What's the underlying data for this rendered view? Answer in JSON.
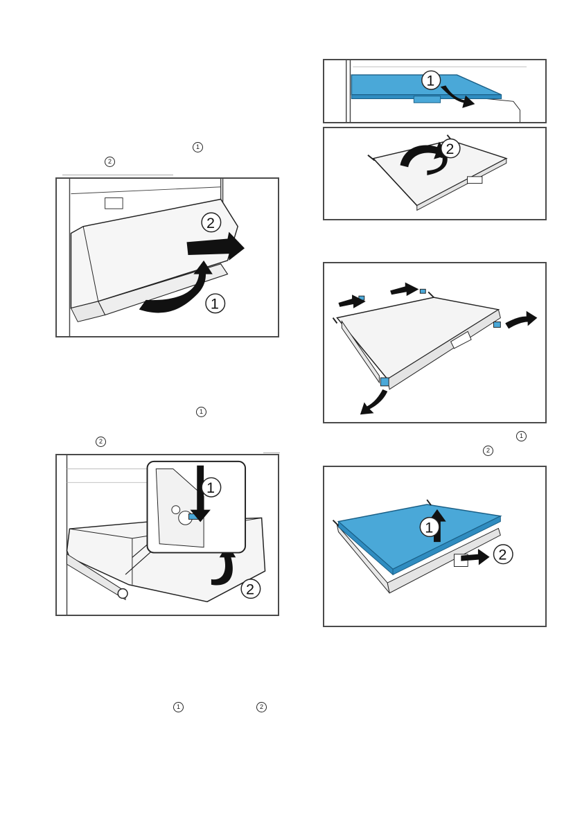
{
  "markers": {
    "m1": "1",
    "m2": "2"
  },
  "figures": {
    "glass_shelf_tilt": {
      "step1": "1"
    },
    "glass_shelf_rotate": {
      "step2": "2"
    },
    "drawer_lift_pull": {
      "step1": "1",
      "step2": "2"
    },
    "drawer_press_lift": {
      "step1": "1",
      "step2": "2"
    },
    "shelf_frame_release": {},
    "shelf_lift_slide": {
      "step1": "1",
      "step2": "2"
    }
  },
  "colors": {
    "accent_blue": "#4aa8d8",
    "line_dark": "#222222",
    "panel_border": "#4a4a4a",
    "fill_light": "#f2f2f2"
  }
}
